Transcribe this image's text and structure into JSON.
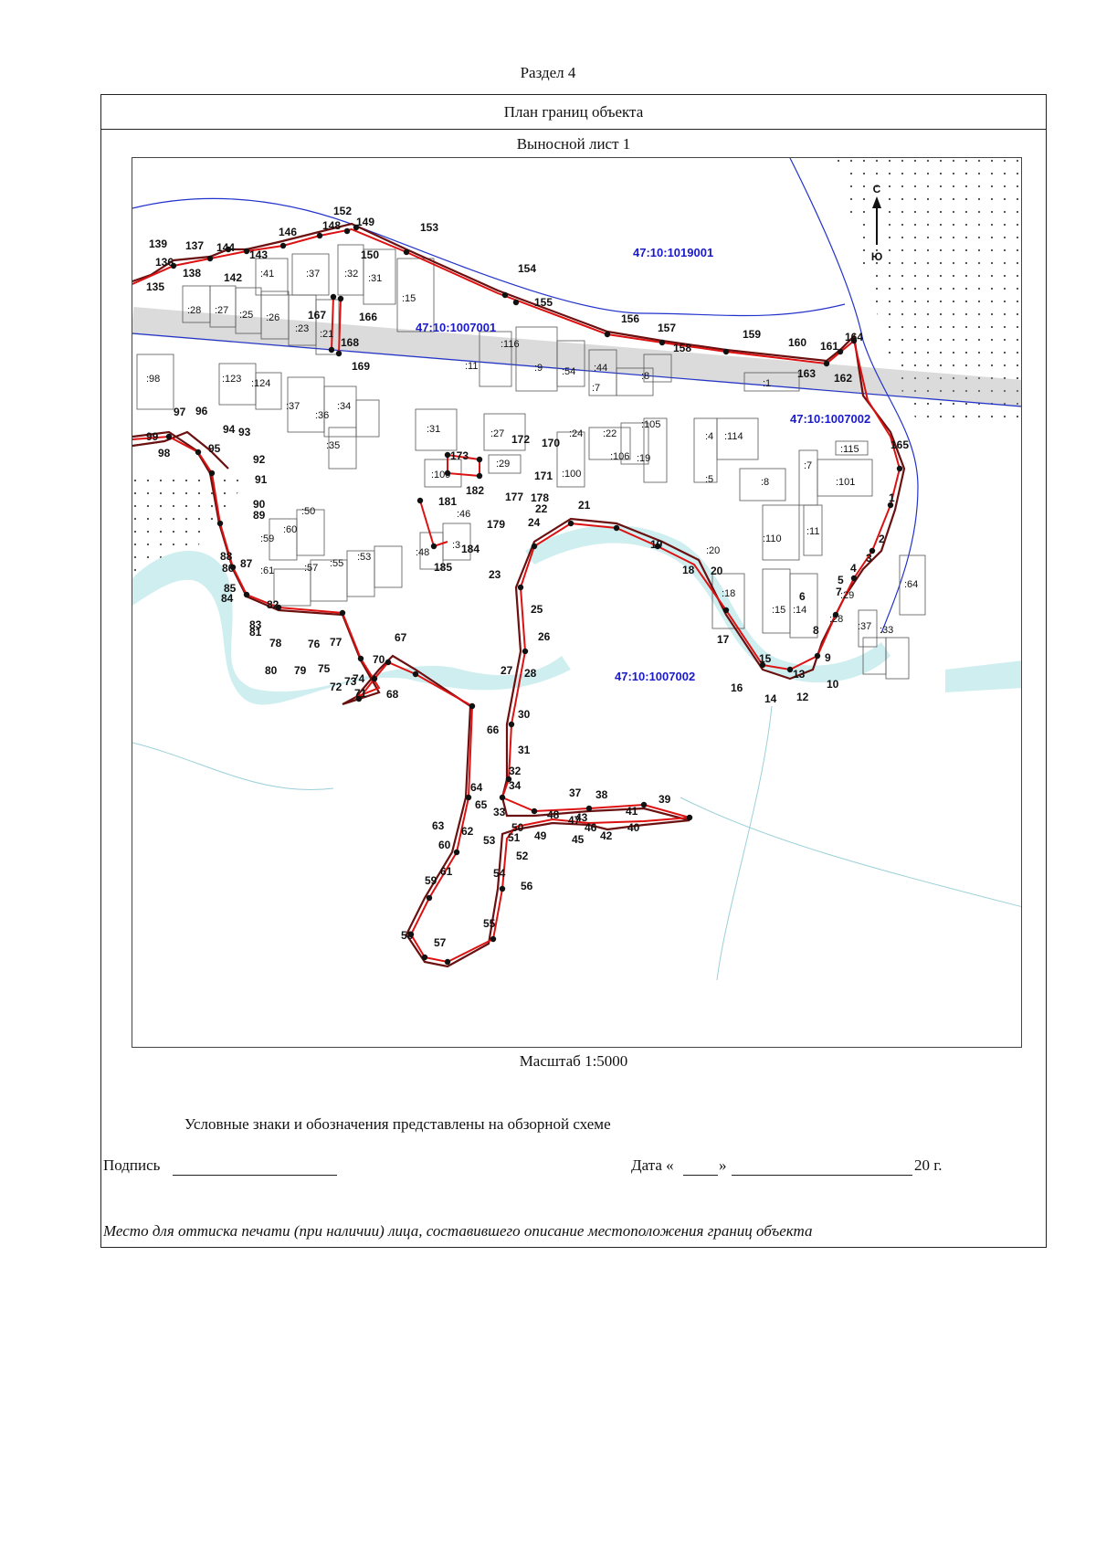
{
  "section": "Раздел 4",
  "header": "План границ объекта",
  "sheet_title": "Выносной лист 1",
  "scale": "Масштаб 1:5000",
  "legend_note": "Условные знаки и обозначения представлены на обзорной схеме",
  "signature_label": "Подпись",
  "date": {
    "label": "Дата «",
    "close_quote": "»",
    "year": "20 г."
  },
  "stamp_note": "Место для оттиска печати (при наличии) лица, составившего описание местоположения границ объекта",
  "map": {
    "cadastral_blocks": [
      "47:10:1019001",
      "47:10:1007001",
      "47:10:1007002",
      "47:10:1007002"
    ],
    "compass": {
      "north": "С",
      "south": "Ю"
    },
    "parcel_labels": [
      ":28",
      ":27",
      ":25",
      ":26",
      ":23",
      ":21",
      ":41",
      ":37",
      ":32",
      ":31",
      ":15",
      ":116",
      ":11",
      ":9",
      ":54",
      ":44",
      ":7",
      ":8",
      ":1",
      ":98",
      ":123",
      ":124",
      ":37",
      ":36",
      ":34",
      ":35",
      ":31",
      ":27",
      ":29",
      ":109",
      ":46",
      ":3",
      ":48",
      ":24",
      ":22",
      ":105",
      ":106",
      ":19",
      ":100",
      ":4",
      ":114",
      ":5",
      ":8",
      ":115",
      ":7",
      ":101",
      ":110",
      ":11",
      ":20",
      ":18",
      ":15",
      ":14",
      ":29",
      ":64",
      ":28",
      ":37",
      ":33",
      ":50",
      ":60",
      ":59",
      ":61",
      ":57",
      ":55",
      ":53"
    ],
    "point_labels": [
      "135",
      "136",
      "137",
      "138",
      "139",
      "142",
      "143",
      "144",
      "146",
      "148",
      "149",
      "150",
      "152",
      "153",
      "154",
      "155",
      "156",
      "157",
      "158",
      "159",
      "160",
      "161",
      "162",
      "163",
      "164",
      "165",
      "166",
      "167",
      "168",
      "169",
      "170",
      "171",
      "172",
      "173",
      "177",
      "178",
      "179",
      "181",
      "182",
      "184",
      "185",
      "1",
      "2",
      "3",
      "4",
      "5",
      "6",
      "7",
      "8",
      "9",
      "10",
      "12",
      "13",
      "14",
      "15",
      "16",
      "17",
      "18",
      "19",
      "20",
      "21",
      "22",
      "23",
      "24",
      "25",
      "26",
      "27",
      "28",
      "30",
      "31",
      "32",
      "33",
      "34",
      "37",
      "38",
      "39",
      "40",
      "41",
      "42",
      "43",
      "45",
      "46",
      "47",
      "48",
      "49",
      "50",
      "51",
      "52",
      "53",
      "54",
      "55",
      "56",
      "57",
      "58",
      "59",
      "60",
      "61",
      "62",
      "63",
      "64",
      "65",
      "66",
      "67",
      "68",
      "70",
      "71",
      "72",
      "73",
      "74",
      "75",
      "76",
      "77",
      "78",
      "79",
      "80",
      "81",
      "82",
      "83",
      "84",
      "85",
      "86",
      "87",
      "88",
      "89",
      "90",
      "91",
      "92",
      "93",
      "94",
      "95",
      "96",
      "97",
      "98",
      "99"
    ]
  }
}
